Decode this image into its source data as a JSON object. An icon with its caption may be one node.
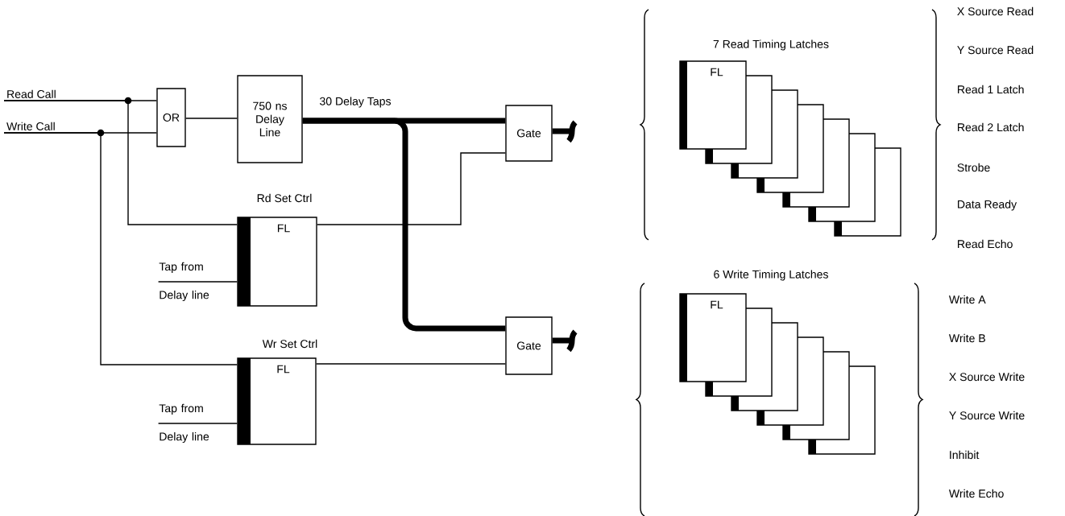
{
  "diagram": {
    "nodes": [
      {
        "text": [
          "Read Call"
        ]
      },
      {
        "text": [
          "Write Call"
        ]
      },
      {
        "text": [
          "OR"
        ]
      },
      {
        "text": [
          "750 ns Delay Line"
        ]
      },
      {
        "text": [
          "Gate"
        ]
      },
      {
        "text": [
          "Rd Set Ctrl",
          "FL"
        ]
      },
      {
        "text": [
          "Tap from Delay line"
        ]
      },
      {
        "text": [
          "Gate"
        ]
      },
      {
        "text": [
          "Wr Set Ctrl",
          "FL"
        ]
      },
      {
        "text": [
          "Tap from Delay line"
        ]
      },
      {
        "text": [
          "7 Read Timing Latches",
          "FL"
        ]
      },
      {
        "text": [
          "6 Write Timing Latches",
          "FL"
        ]
      }
    ],
    "edges": [
      {
        "from": 0,
        "to": 2,
        "arrow": "none"
      },
      {
        "from": 1,
        "to": 2,
        "arrow": "none"
      },
      {
        "from": 0,
        "to": 5,
        "arrow": "none"
      },
      {
        "from": 1,
        "to": 8,
        "arrow": "none"
      },
      {
        "from": 2,
        "to": 3,
        "arrow": "none"
      },
      {
        "from": 3,
        "to": 4,
        "arrow": "none",
        "style": "thick",
        "label": "30 Delay Taps"
      },
      {
        "from": 3,
        "to": 7,
        "arrow": "none",
        "style": "thick"
      },
      {
        "from": 5,
        "to": 4,
        "arrow": "none"
      },
      {
        "from": 8,
        "to": 7,
        "arrow": "none"
      },
      {
        "from": 6,
        "to": 5,
        "arrow": "none"
      },
      {
        "from": 9,
        "to": 8,
        "arrow": "none"
      },
      {
        "from": 4,
        "to": null,
        "arrow": "none",
        "style": "thick"
      },
      {
        "from": 7,
        "to": null,
        "arrow": "none",
        "style": "thick"
      }
    ],
    "labels": [
      "X Source Read",
      "Y Source Read",
      "Read 1 Latch",
      "Read 2 Latch",
      "Strobe",
      "Data Ready",
      "Read Echo",
      "Write A",
      "Write B",
      "X Source Write",
      "Y Source Write",
      "Inhibit",
      "Write Echo"
    ]
  }
}
